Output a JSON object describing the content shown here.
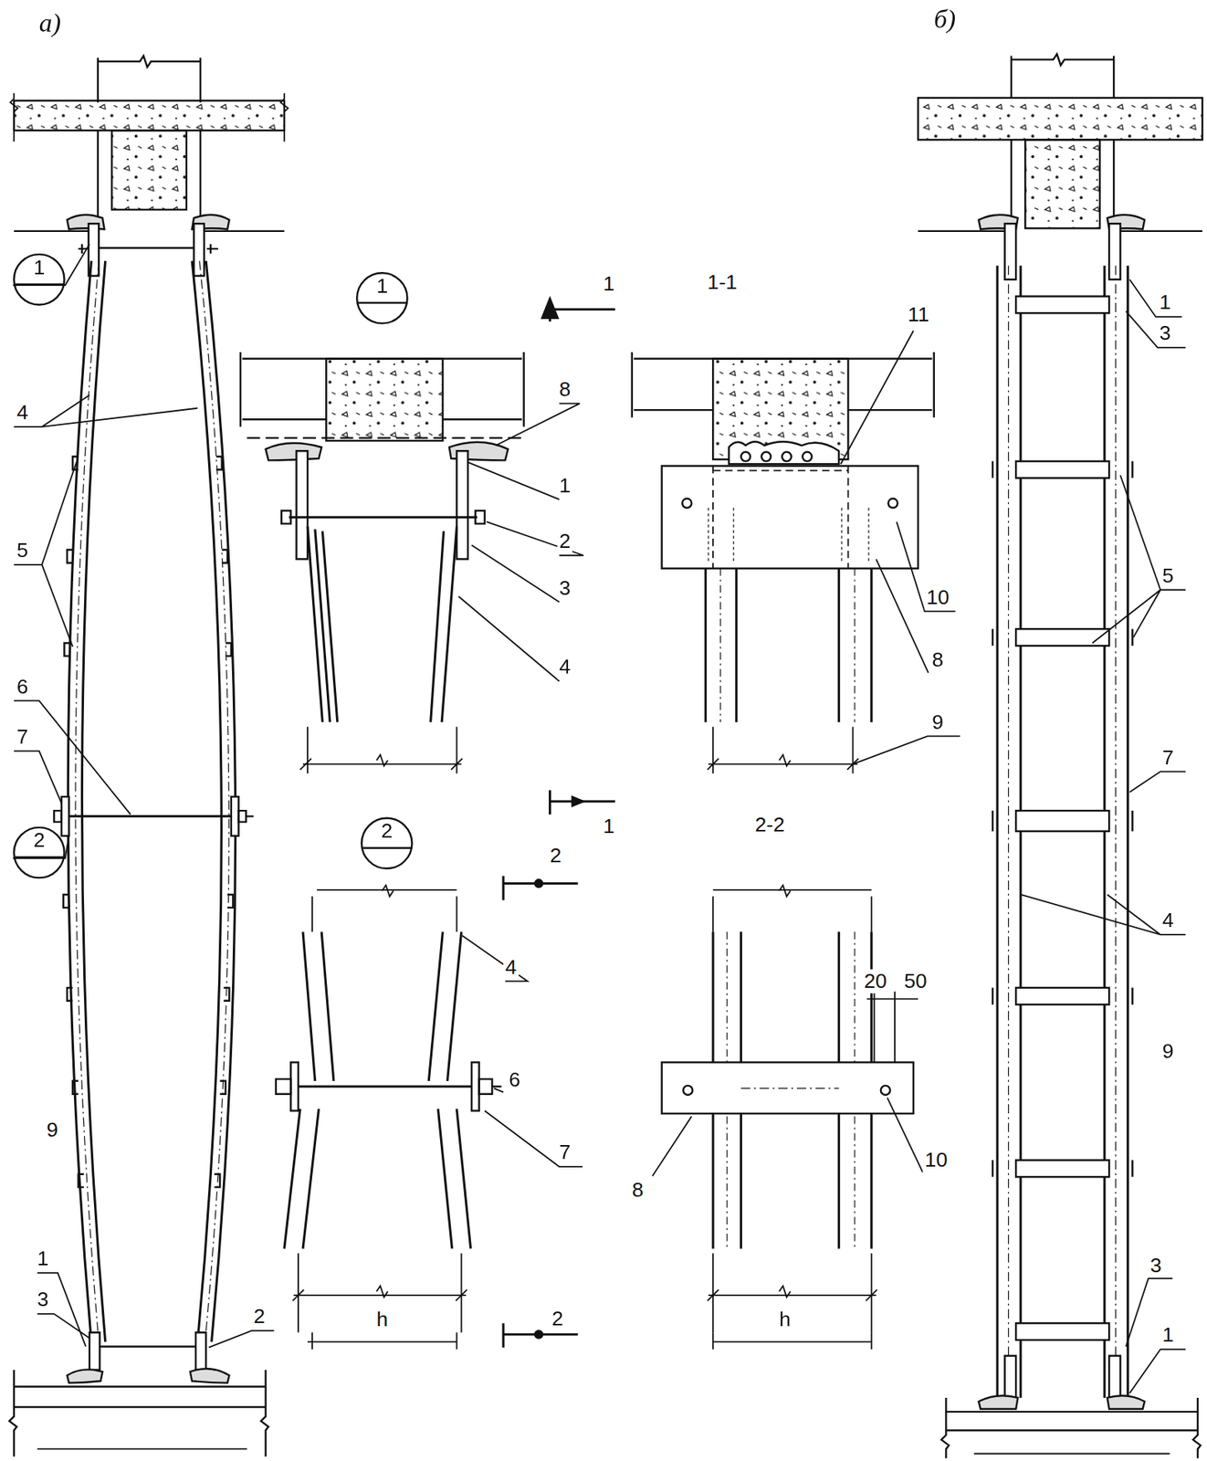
{
  "diagram": {
    "nodes": [
      {
        "text": [
          "1"
        ]
      },
      {
        "text": [
          "2"
        ]
      },
      {
        "text": [
          "1"
        ]
      },
      {
        "text": [
          "2"
        ]
      }
    ],
    "labels": [
      "а)",
      "б)",
      "4",
      "5",
      "6",
      "7",
      "9",
      "1",
      "3",
      "2",
      "1",
      "1-1",
      "11",
      "8",
      "1",
      "2",
      "3",
      "4",
      "10",
      "8",
      "9",
      "1",
      "2",
      "2-2",
      "4",
      "6",
      "7",
      "8",
      "10",
      "20",
      "50",
      "h",
      "2",
      "h",
      "1",
      "3",
      "5",
      "7",
      "4",
      "9",
      "3",
      "1"
    ]
  }
}
